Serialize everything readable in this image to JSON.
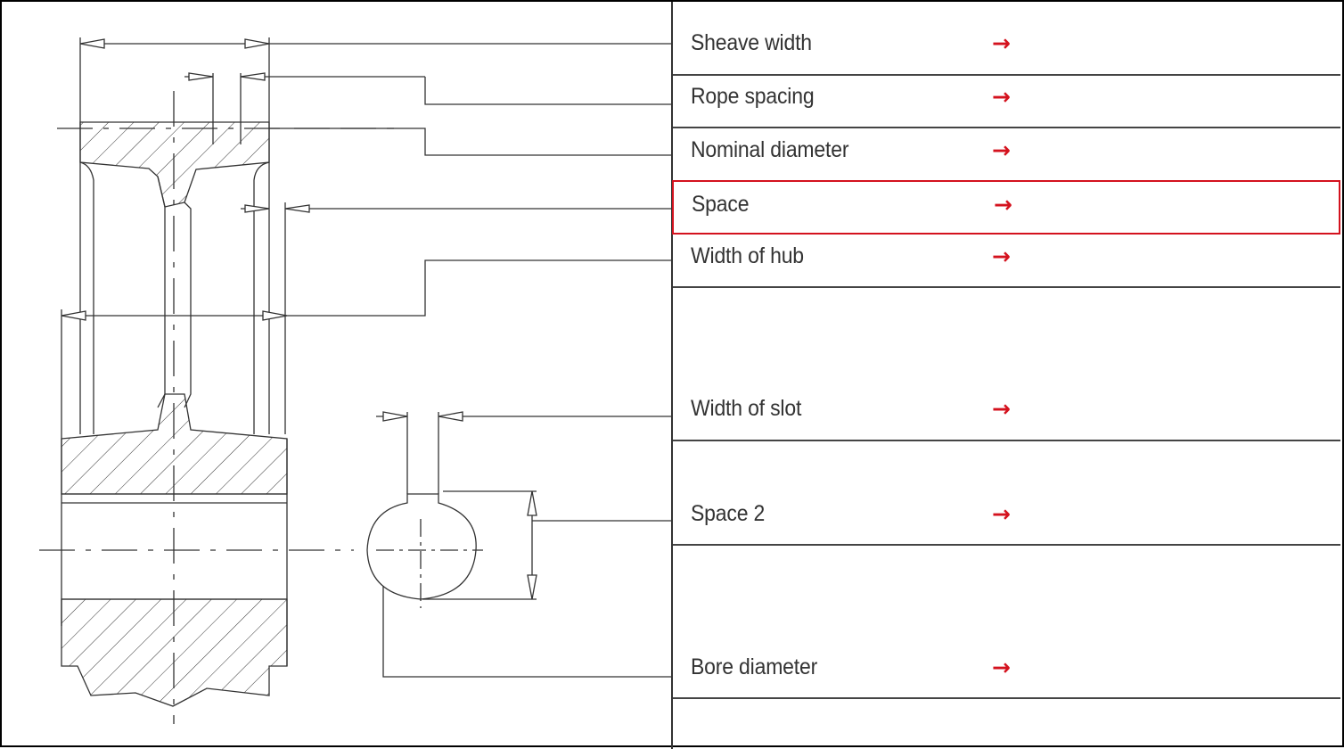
{
  "rows": [
    {
      "label": "Sheave width",
      "arrow": "→",
      "selected": false
    },
    {
      "label": "Rope spacing",
      "arrow": "→",
      "selected": false
    },
    {
      "label": "Nominal diameter",
      "arrow": "→",
      "selected": false
    },
    {
      "label": "Space",
      "arrow": "→",
      "selected": true
    },
    {
      "label": "Width of hub",
      "arrow": "→",
      "selected": false
    },
    {
      "label": "Width of slot",
      "arrow": "→",
      "selected": false
    },
    {
      "label": "Space 2",
      "arrow": "→",
      "selected": false
    },
    {
      "label": "Bore diameter",
      "arrow": "→",
      "selected": false
    }
  ],
  "colors": {
    "accent": "#d4121e",
    "text": "#333333",
    "line": "#444444"
  }
}
